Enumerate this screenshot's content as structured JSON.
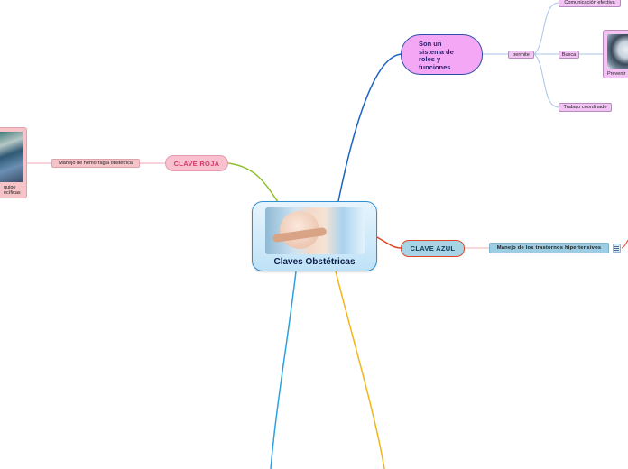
{
  "central": {
    "title": "Claves Obstétricas"
  },
  "clave_roja": {
    "label": "CLAVE ROJA",
    "child": "Manejo de hemorragia obstétrica",
    "card_line1": "quipo",
    "card_line2": "ecíficas"
  },
  "clave_azul": {
    "label": "CLAVE AZUL",
    "child": "Manejo de  los  trastornos  hipertensivos"
  },
  "sistema": {
    "label": "Son un\nsistema de\nroles y\nfunciones",
    "connector": "permite",
    "busca": "Busca",
    "comunicacion": "Comunicación efectiva",
    "trabajo": "Trabajo coordinado",
    "card_text": "Prevenir"
  },
  "colors": {
    "roja_branch": "#8fbe2a",
    "sistema_branch": "#1f63c2",
    "azul_branch": "#e04525",
    "cyan_branch": "#2aa2df",
    "orange_branch": "#f2b519",
    "purple_branch": "#a8c4ea"
  },
  "icons": [
    "note-icon"
  ]
}
